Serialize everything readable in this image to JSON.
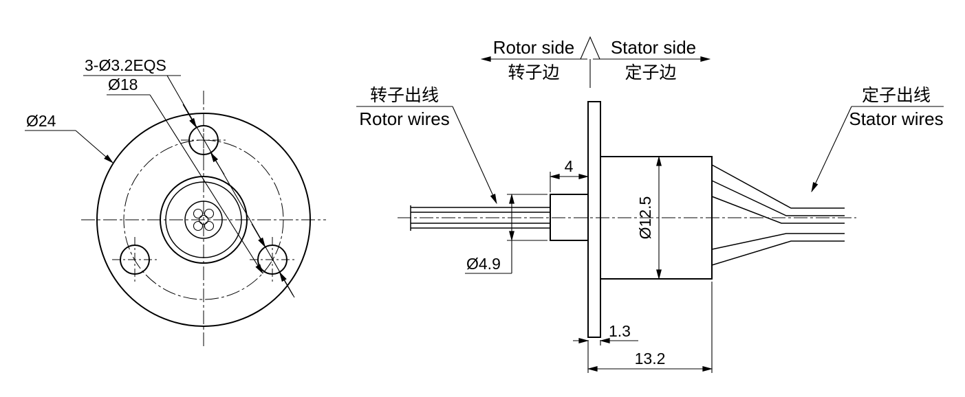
{
  "front_view": {
    "label_holes": "3-Ø3.2EQS",
    "label_bolt_circle_dia": "Ø18",
    "label_outer_dia": "Ø24"
  },
  "side_view": {
    "header": {
      "rotor_side_en": "Rotor side",
      "rotor_side_zh": "转子边",
      "stator_side_en": "Stator side",
      "stator_side_zh": "定子边"
    },
    "labels": {
      "rotor_wires_zh": "转子出线",
      "rotor_wires_en": "Rotor wires",
      "stator_wires_zh": "定子出线",
      "stator_wires_en": "Stator wires"
    },
    "dimensions": {
      "shaft_length": "4",
      "shaft_dia": "Ø4.9",
      "body_dia": "Ø12.5",
      "flange_thickness": "1.3",
      "total_length": "13.2"
    }
  },
  "colors": {
    "line": "#000000",
    "background": "#ffffff"
  }
}
